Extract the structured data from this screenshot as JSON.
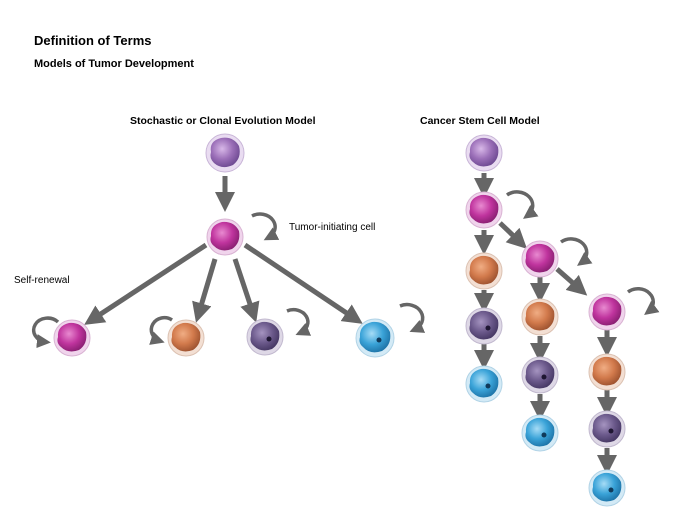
{
  "title": "Definition of Terms",
  "subtitle": "Models of Tumor Development",
  "models": {
    "stochastic": {
      "title": "Stochastic or Clonal Evolution Model",
      "tumor_initiating_label": "Tumor-initiating cell",
      "self_renewal_label": "Self-renewal"
    },
    "cancer_stem": {
      "title": "Cancer Stem Cell Model"
    }
  },
  "colors": {
    "stem": "#9b6fb8",
    "magenta": "#c0349e",
    "orange": "#d27a4c",
    "dark_purple": "#6c5a8c",
    "blue": "#3aa3d8",
    "arrow": "#666666"
  }
}
